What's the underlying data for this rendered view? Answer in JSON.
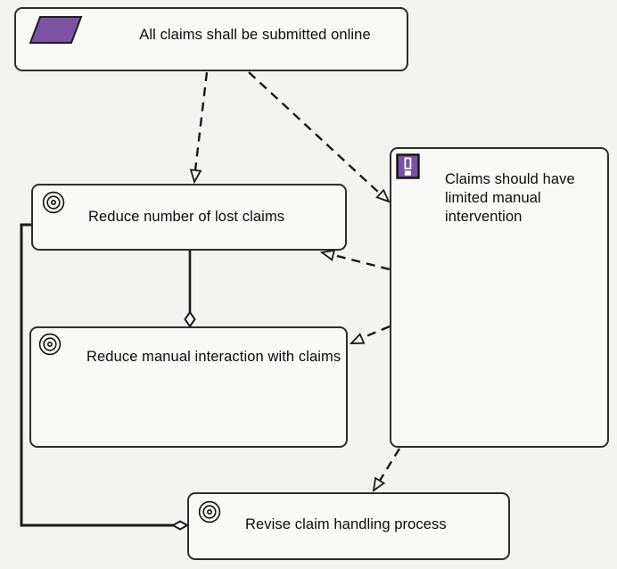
{
  "diagram_type": "motivation-diagram",
  "colors": {
    "background": "#f3f3f1",
    "node_fill": "#f9f9f7",
    "node_border": "#2e2e2e",
    "accent_purple": "#7b52a3",
    "connector": "#1a1a1a"
  },
  "nodes": [
    {
      "id": "all-claims-online",
      "type": "requirement",
      "icon": "parallelogram-icon",
      "label": "All claims shall be submitted online"
    },
    {
      "id": "limited-manual-intervention",
      "type": "principle",
      "icon": "exclamation-icon",
      "label": "Claims should have limited manual intervention"
    },
    {
      "id": "reduce-lost-claims",
      "type": "goal",
      "icon": "target-icon",
      "label": "Reduce number of lost claims"
    },
    {
      "id": "reduce-manual-interaction",
      "type": "goal",
      "icon": "target-icon",
      "label": "Reduce manual interaction with claims"
    },
    {
      "id": "revise-claim-handling",
      "type": "goal",
      "icon": "target-icon",
      "label": "Revise claim handling process"
    }
  ],
  "connectors": [
    {
      "name": "all-claims-to-reduce-lost",
      "style": "dashed-open-arrow",
      "from": "all-claims-online",
      "to": "reduce-lost-claims"
    },
    {
      "name": "all-claims-to-principle",
      "style": "dashed-open-arrow",
      "from": "all-claims-online",
      "to": "limited-manual-intervention"
    },
    {
      "name": "principle-to-reduce-lost",
      "style": "dashed-open-arrow",
      "from": "limited-manual-intervention",
      "to": "reduce-lost-claims"
    },
    {
      "name": "principle-to-reduce-manual",
      "style": "dashed-open-arrow",
      "from": "limited-manual-intervention",
      "to": "reduce-manual-interaction"
    },
    {
      "name": "principle-to-revise-process",
      "style": "dashed-open-arrow",
      "from": "limited-manual-intervention",
      "to": "revise-claim-handling"
    },
    {
      "name": "reduce-lost-aggregates-reduce-manual",
      "style": "solid-hollow-diamond",
      "from": "reduce-lost-claims",
      "to": "reduce-manual-interaction"
    },
    {
      "name": "reduce-lost-aggregates-revise",
      "style": "solid-hollow-diamond",
      "from": "reduce-lost-claims",
      "to": "revise-claim-handling"
    }
  ]
}
